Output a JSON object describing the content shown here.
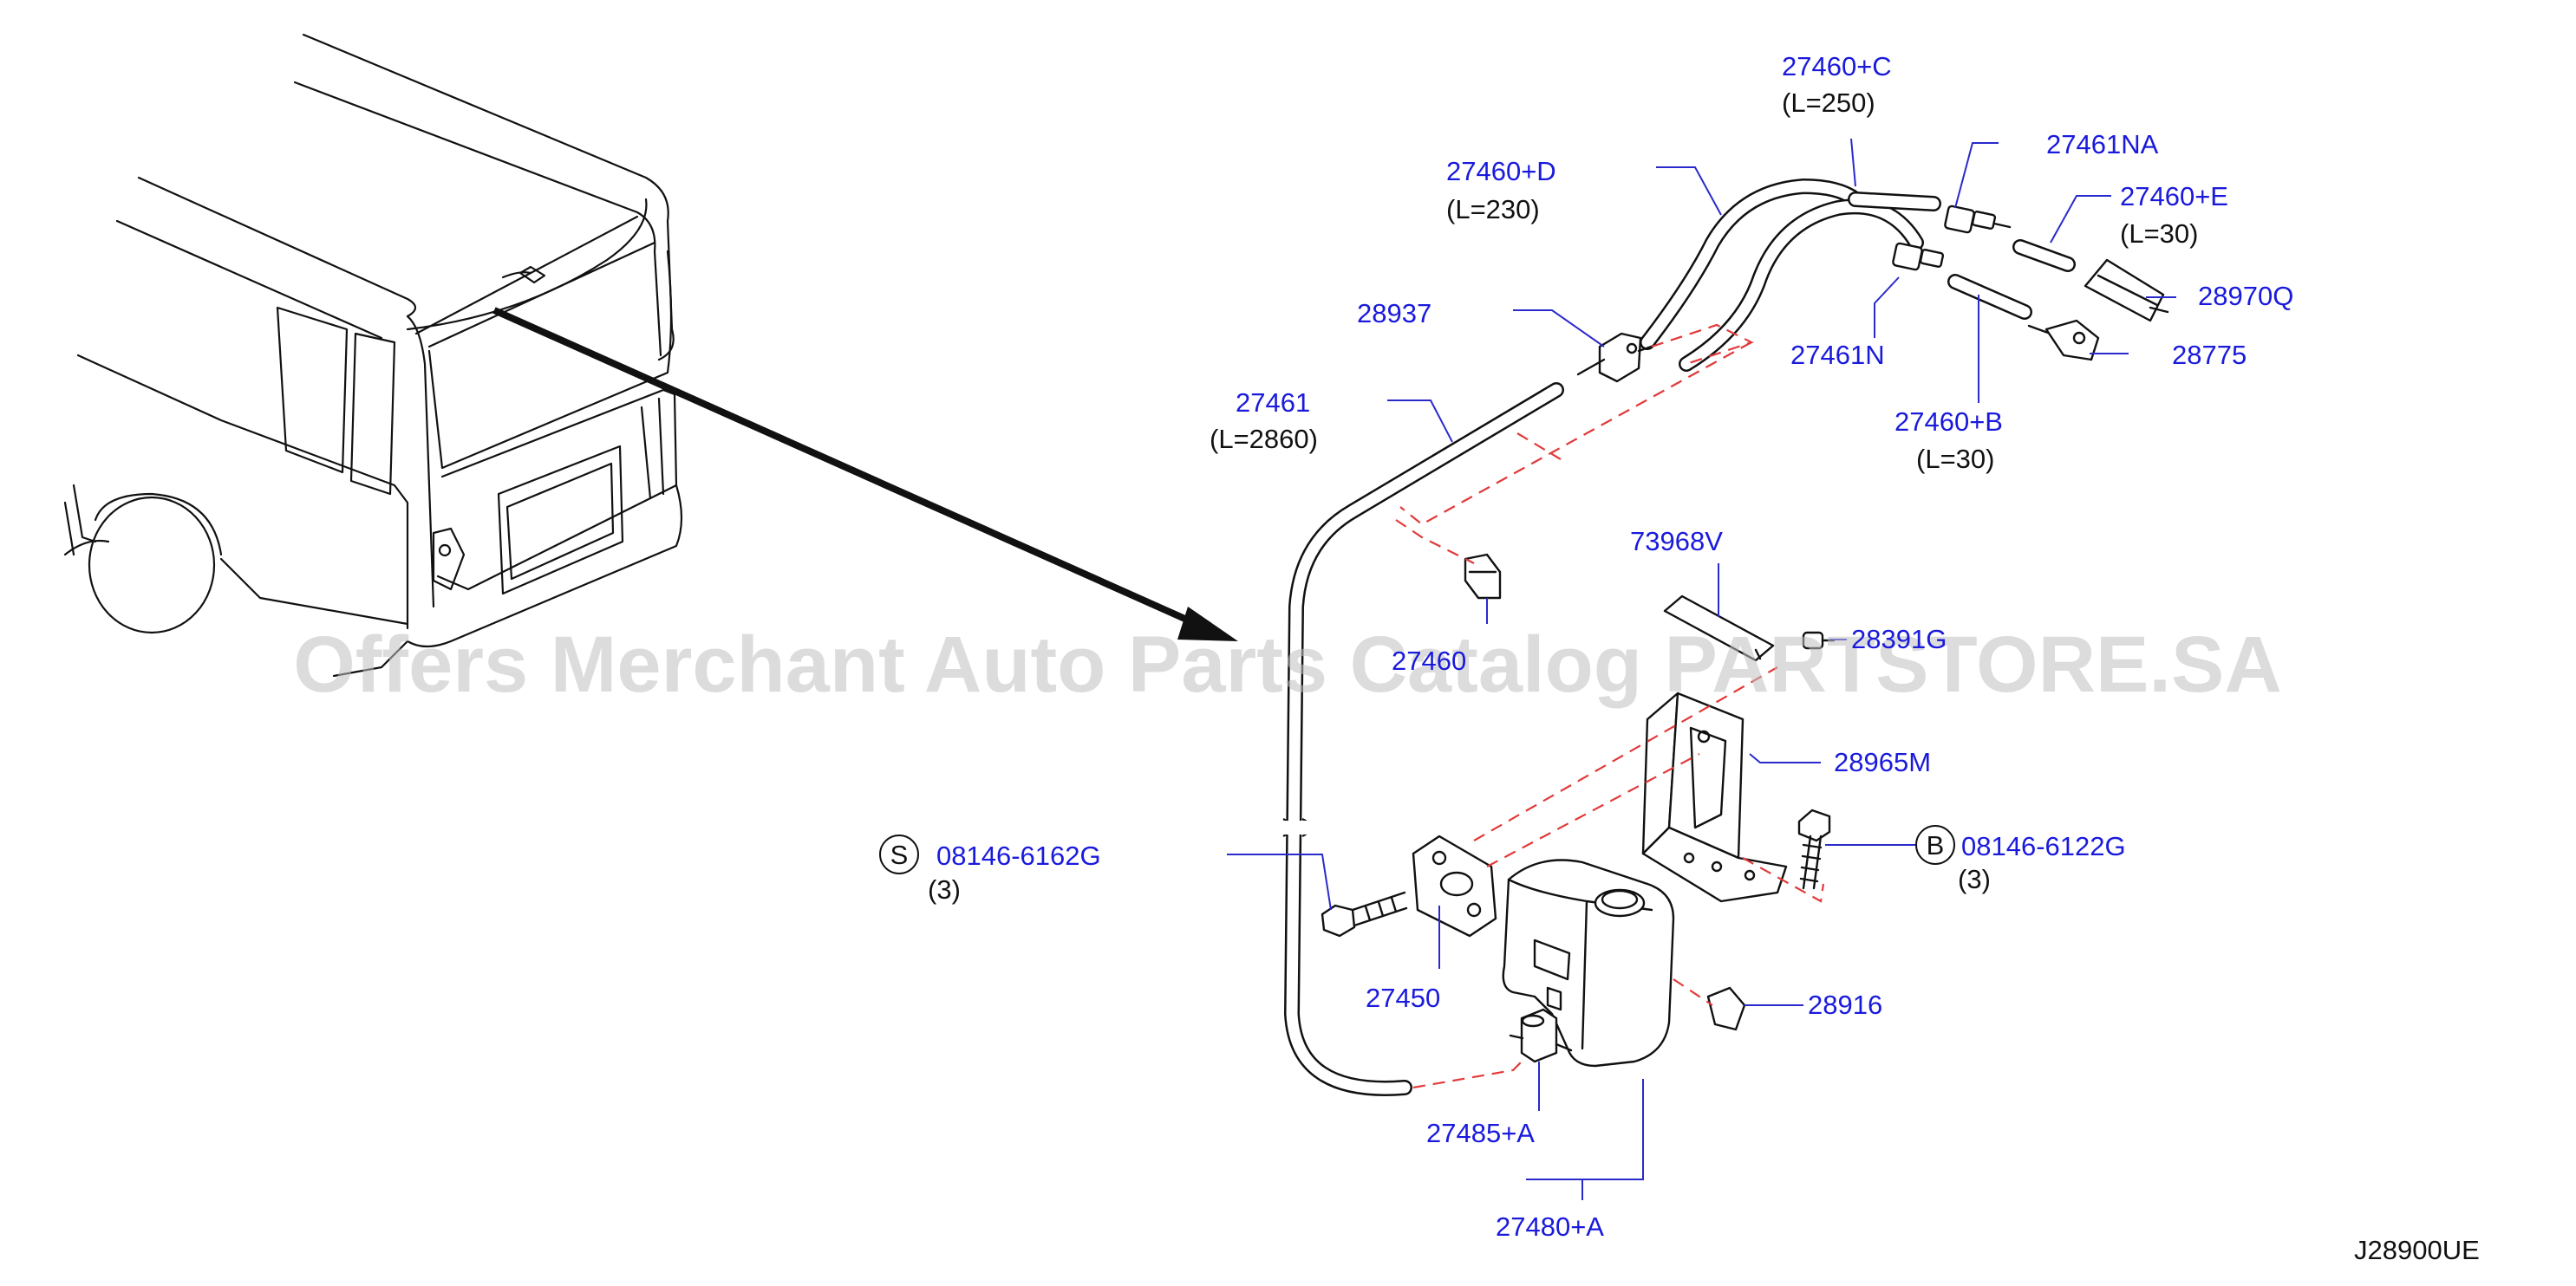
{
  "diagram_code": "J28900UE",
  "watermark": "Offers Merchant Auto Parts Catalog PARTSTORE.SA",
  "colors": {
    "label": "#1a1adc",
    "leader": "#2a2acc",
    "dashed": "#e23a3a",
    "line": "#111111",
    "watermark": "#bfbfbf"
  },
  "labels": {
    "p27460c": "27460+C",
    "p27460c_len": "(L=250)",
    "p27461na": "27461NA",
    "p27460d": "27460+D",
    "p27460d_len": "(L=230)",
    "p27460e": "27460+E",
    "p27460e_len": "(L=30)",
    "p28970q": "28970Q",
    "p28937": "28937",
    "p28775": "28775",
    "p27461n": "27461N",
    "p27461": "27461",
    "p27461_len": "(L=2860)",
    "p27460b": "27460+B",
    "p27460b_len": "(L=30)",
    "p73968v": "73968V",
    "p28391g": "28391G",
    "p27460": "27460",
    "p28965m": "28965M",
    "p08146_6162g": "08146-6162G",
    "p08146_6162g_qty": "(3)",
    "p08146_6122g": "08146-6122G",
    "p08146_6122g_qty": "(3)",
    "p27450": "27450",
    "p28916": "28916",
    "p27485a": "27485+A",
    "p27480a": "27480+A",
    "badge_s": "S",
    "badge_b": "B"
  }
}
